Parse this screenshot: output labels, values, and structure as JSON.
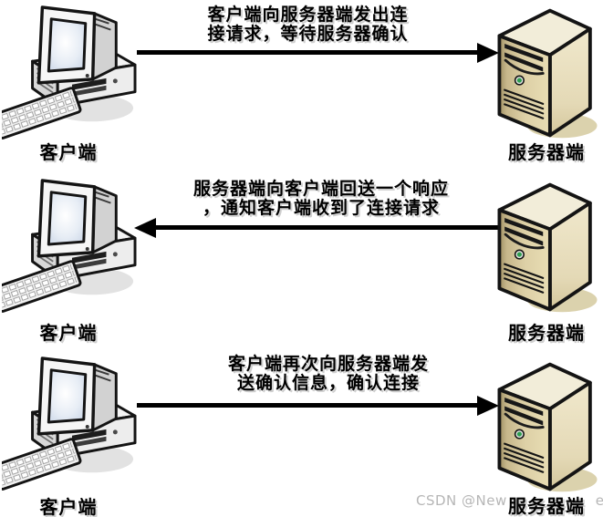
{
  "diagram": {
    "client_label": "客户端",
    "server_label": "服务器端",
    "steps": [
      {
        "direction": "right",
        "line1": "客户端向服务器端发出连",
        "line2": "接请求，等待服务器确认"
      },
      {
        "direction": "left",
        "line1": "服务器端向客户端回送一个响应",
        "line2": "，通知客户端收到了连接请求"
      },
      {
        "direction": "right",
        "line1": "客户端再次向服务器端发",
        "line2": "送确认信息，确认连接"
      }
    ]
  },
  "watermark": {
    "prefix": "CSDN @New",
    "suffix": "e"
  },
  "colors": {
    "background": "#ffffff",
    "text": "#000000",
    "arrow": "#000000",
    "watermark_gray": "#b6b6b6",
    "server_front_dark": "#a08f62",
    "server_front_light": "#e8ddb4",
    "server_side": "#ece3c4",
    "server_top": "#f2edd9",
    "led_green": "#2e9e4f",
    "pc_body": "#efefef",
    "screen_tint": "#c8d4e6"
  }
}
